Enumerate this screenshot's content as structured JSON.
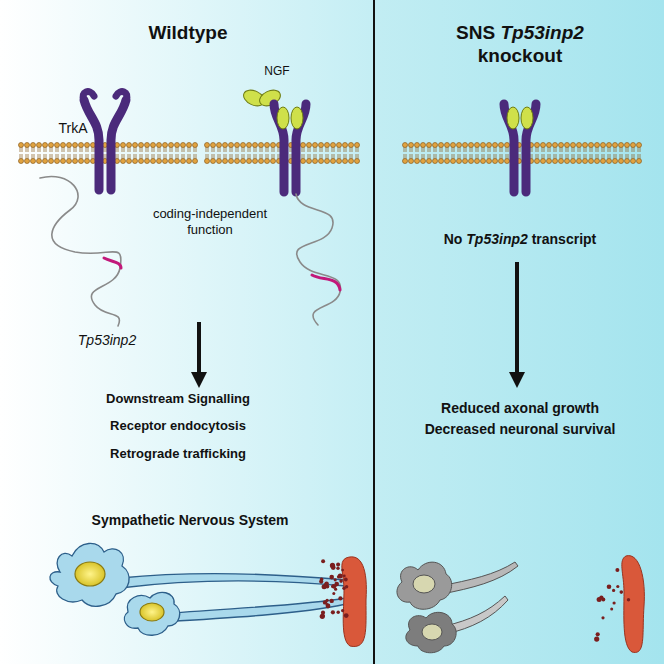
{
  "diagram": {
    "labels": [
      "Wildtype",
      "SNS Tp53inp2 knockout",
      "NGF",
      "TrkA",
      "coding-independent function",
      "Tp53inp2",
      "Downstream Signalling",
      "Receptor endocytosis",
      "Retrograde trafficking",
      "Sympathetic Nervous System",
      "No Tp53inp2 transcript",
      "Reduced axonal growth",
      "Decreased neuronal survival"
    ]
  }
}
